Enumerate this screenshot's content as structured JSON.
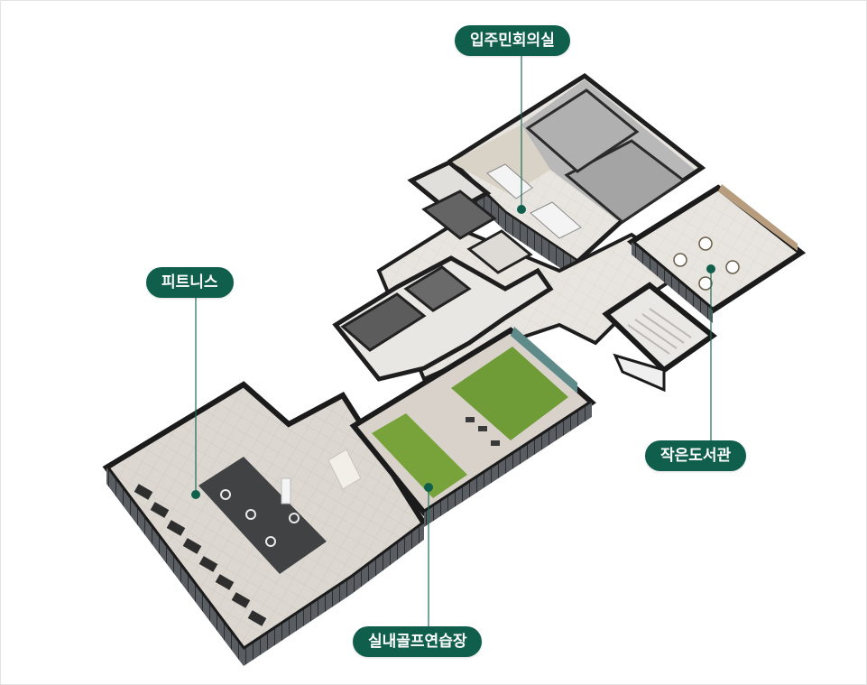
{
  "accent_color": "#0f5f4c",
  "labels": {
    "meeting_room": "입주민회의실",
    "fitness": "피트니스",
    "library": "작은도서관",
    "golf": "실내골프연습장"
  },
  "icons": [
    "leader-dot-icon"
  ]
}
